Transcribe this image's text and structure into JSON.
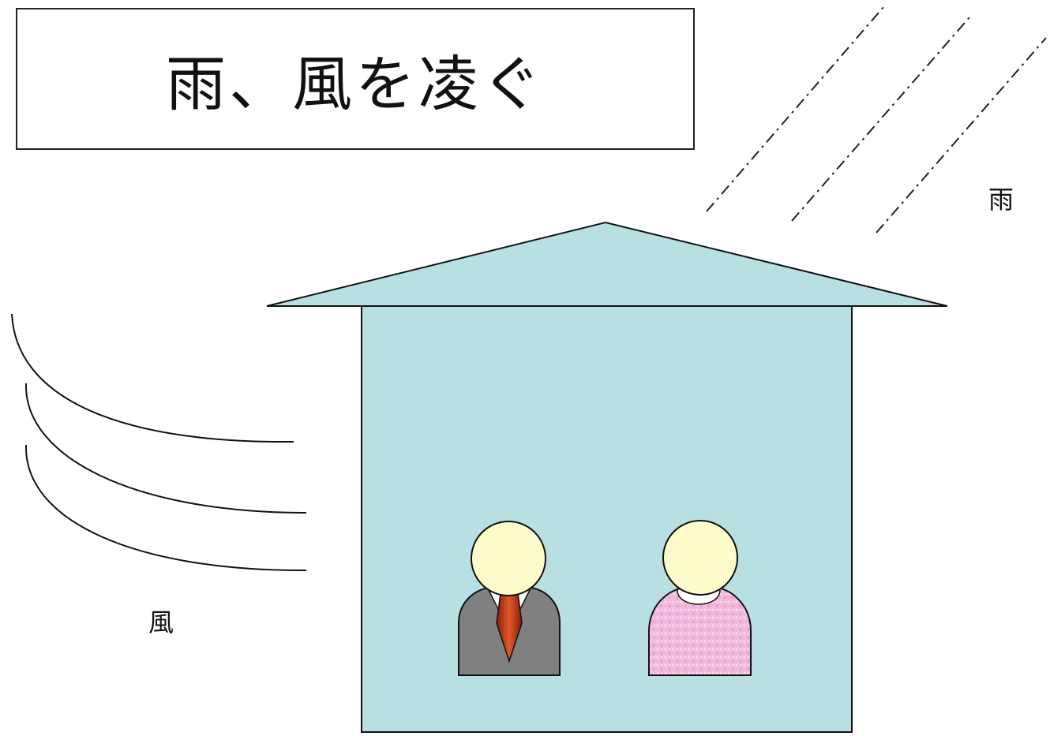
{
  "title": "雨、風を凌ぐ",
  "labels": {
    "rain": "雨",
    "wind": "風"
  },
  "icons": [
    "rain-lines",
    "wind-lines",
    "house-roof",
    "house-wall",
    "man-figure",
    "woman-figure"
  ],
  "colors": {
    "house_fill": "#b8dfe2",
    "skin": "#fffccc",
    "suit": "#808080",
    "tie": "#c0381a",
    "sweater": "#f0b8dc",
    "outline": "#111111"
  }
}
